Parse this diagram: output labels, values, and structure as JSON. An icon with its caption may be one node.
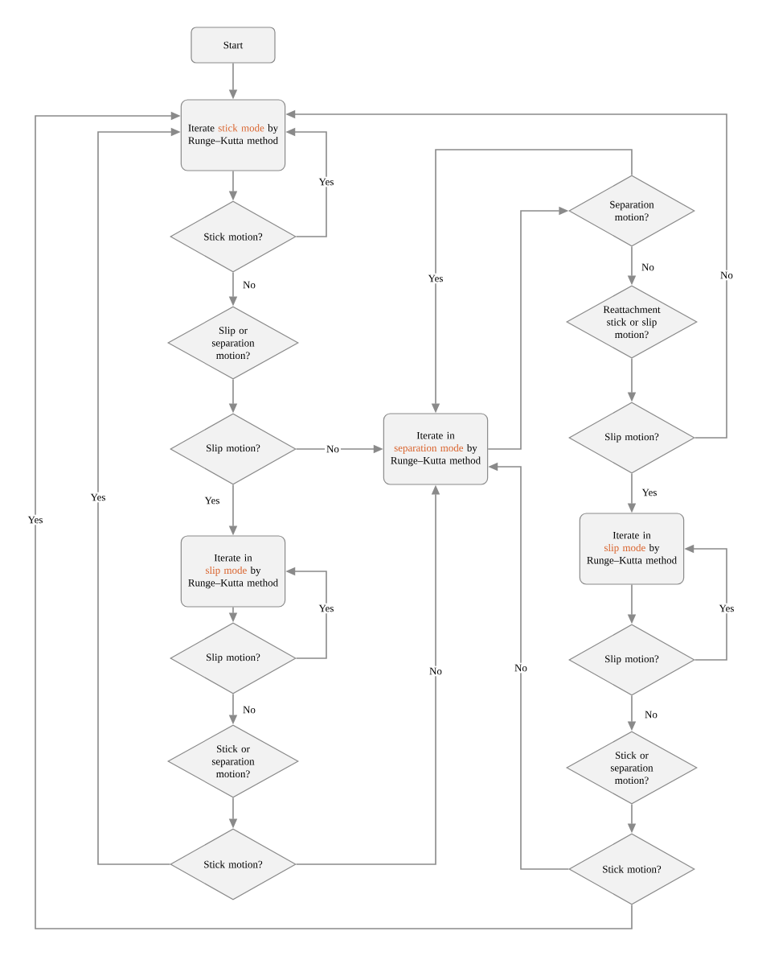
{
  "diagram": {
    "nodes": [
      {
        "text": [
          "Start"
        ]
      },
      {
        "text": [
          "Iterate",
          "stick mode",
          "by Runge–Kutta method"
        ]
      },
      {
        "text": [
          "Stick motion?"
        ]
      },
      {
        "text": [
          "Slip or separation motion?"
        ]
      },
      {
        "text": [
          "Slip motion?"
        ]
      },
      {
        "text": [
          "Iterate in",
          "slip mode",
          "by Runge–Kutta method"
        ]
      },
      {
        "text": [
          "Slip motion?"
        ]
      },
      {
        "text": [
          "Stick or separation motion?"
        ]
      },
      {
        "text": [
          "Stick motion?"
        ]
      },
      {
        "text": [
          "Iterate in",
          "separation mode",
          "by Runge–Kutta method"
        ]
      },
      {
        "text": [
          "Separation motion?"
        ]
      },
      {
        "text": [
          "Reattachment stick or slip motion?"
        ]
      },
      {
        "text": [
          "Slip motion?"
        ]
      },
      {
        "text": [
          "Iterate in",
          "slip mode",
          "by Runge–Kutta method"
        ]
      },
      {
        "text": [
          "Slip motion?"
        ]
      },
      {
        "text": [
          "Stick or separation motion?"
        ]
      },
      {
        "text": [
          "Stick motion?"
        ]
      }
    ],
    "edges": [
      {
        "from": 0,
        "to": 1,
        "arrow": "to"
      },
      {
        "from": 1,
        "to": 2,
        "arrow": "to"
      },
      {
        "from": 2,
        "to": 1,
        "arrow": "to",
        "label": "Yes"
      },
      {
        "from": 2,
        "to": 3,
        "arrow": "to",
        "label": "No"
      },
      {
        "from": 3,
        "to": 4,
        "arrow": "to"
      },
      {
        "from": 4,
        "to": 9,
        "arrow": "to",
        "label": "No"
      },
      {
        "from": 4,
        "to": 5,
        "arrow": "to",
        "label": "Yes"
      },
      {
        "from": 5,
        "to": 6,
        "arrow": "to"
      },
      {
        "from": 6,
        "to": 5,
        "arrow": "to",
        "label": "Yes"
      },
      {
        "from": 6,
        "to": 7,
        "arrow": "to",
        "label": "No"
      },
      {
        "from": 7,
        "to": 8,
        "arrow": "to"
      },
      {
        "from": 8,
        "to": 1,
        "arrow": "to",
        "label": "Yes"
      },
      {
        "from": 8,
        "to": 9,
        "arrow": "to",
        "label": "No"
      },
      {
        "from": 9,
        "to": 10,
        "arrow": "to"
      },
      {
        "from": 10,
        "to": 9,
        "arrow": "to",
        "label": "Yes"
      },
      {
        "from": 10,
        "to": 11,
        "arrow": "to",
        "label": "No"
      },
      {
        "from": 11,
        "to": 12,
        "arrow": "to"
      },
      {
        "from": 12,
        "to": 1,
        "arrow": "to",
        "label": "No"
      },
      {
        "from": 12,
        "to": 13,
        "arrow": "to",
        "label": "Yes"
      },
      {
        "from": 13,
        "to": 14,
        "arrow": "to"
      },
      {
        "from": 14,
        "to": 13,
        "arrow": "to",
        "label": "Yes"
      },
      {
        "from": 14,
        "to": 15,
        "arrow": "to",
        "label": "No"
      },
      {
        "from": 15,
        "to": 16,
        "arrow": "to"
      },
      {
        "from": 16,
        "to": 9,
        "arrow": "to",
        "label": "No"
      },
      {
        "from": 16,
        "to": 1,
        "arrow": "to",
        "label": "Yes"
      }
    ]
  }
}
